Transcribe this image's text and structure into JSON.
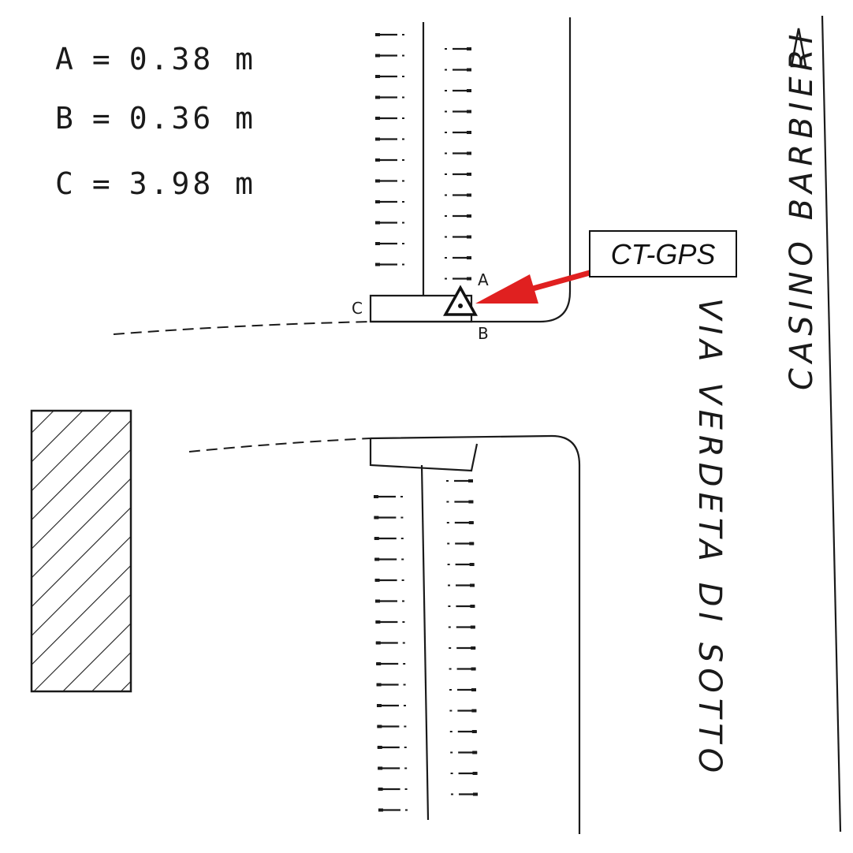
{
  "measurements": [
    {
      "label": "A",
      "eq": "=",
      "value": "0.38 m"
    },
    {
      "label": "B",
      "eq": "=",
      "value": "0.36 m"
    },
    {
      "label": "C",
      "eq": "=",
      "value": "3.98 m"
    }
  ],
  "callout": {
    "text": "CT-GPS",
    "arrow_color": "#e02020"
  },
  "point_labels": {
    "a": "A",
    "b": "B",
    "c": "C"
  },
  "streets": {
    "via_verdeta": "VIA VERDETA DI SOTTO",
    "casino_barbieri": "CASINO BARBIERI"
  },
  "icons": {
    "gps_marker": "triangle-dot-icon",
    "north": "north-arrow-icon"
  }
}
